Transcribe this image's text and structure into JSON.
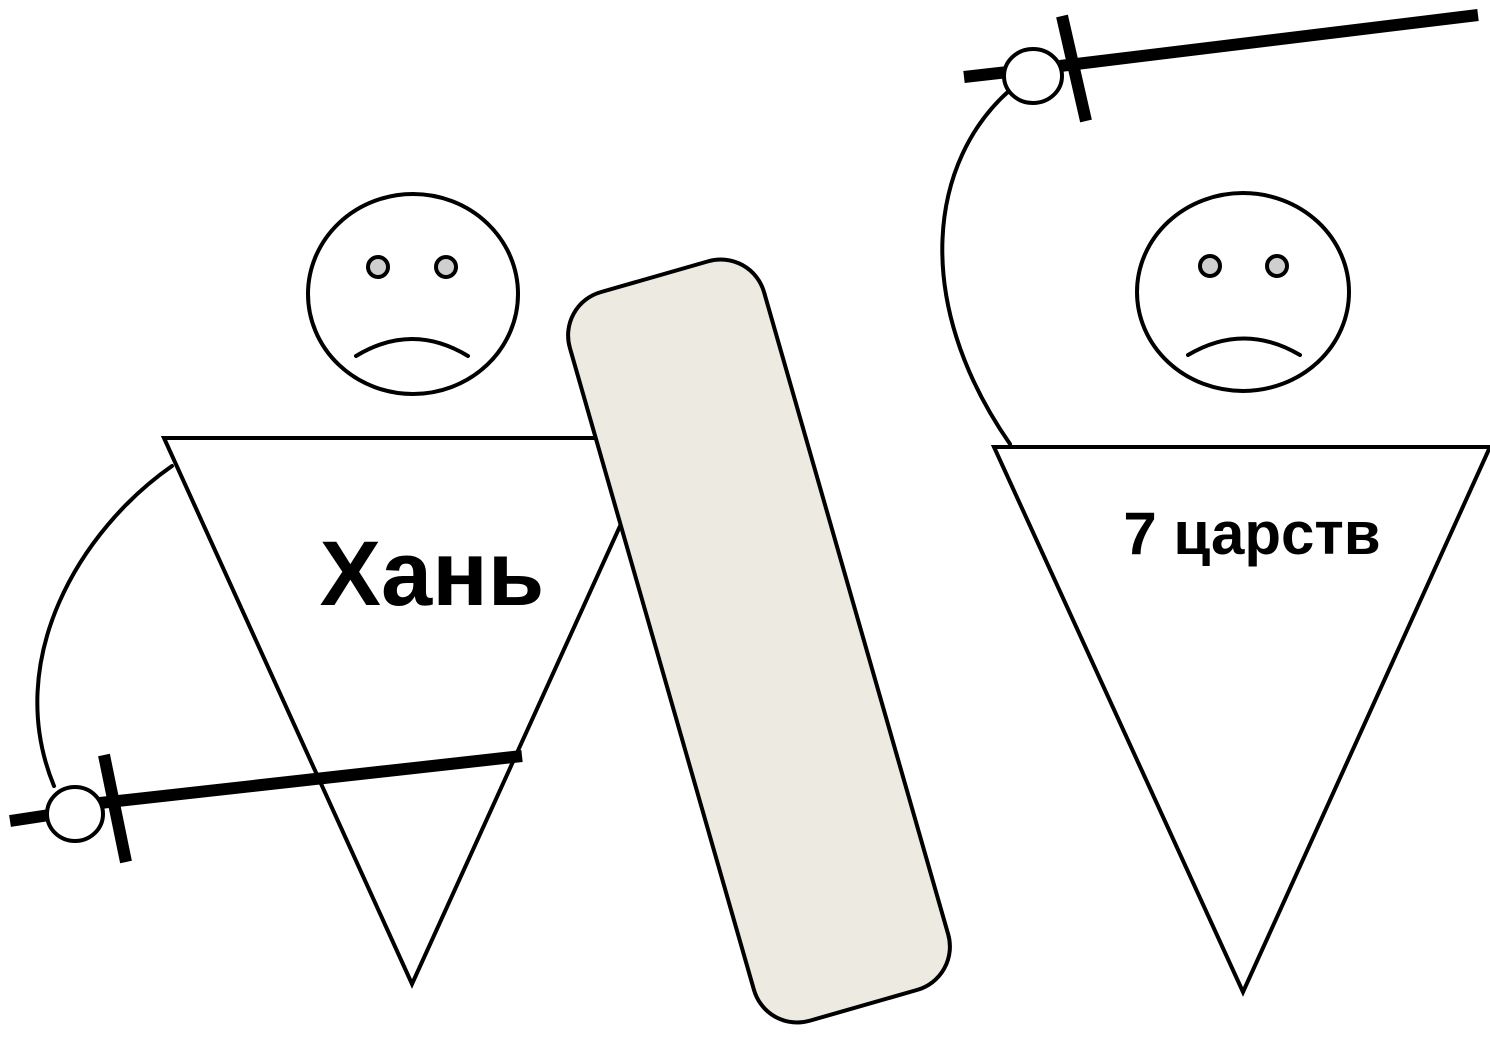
{
  "figures": [
    {
      "id": "left",
      "label": "Хань"
    },
    {
      "id": "right",
      "label": "7 царств"
    }
  ],
  "colors": {
    "stroke": "#000000",
    "background": "#ffffff",
    "eye_fill": "#cfcfcf",
    "shield_fill": "#edebe1"
  }
}
